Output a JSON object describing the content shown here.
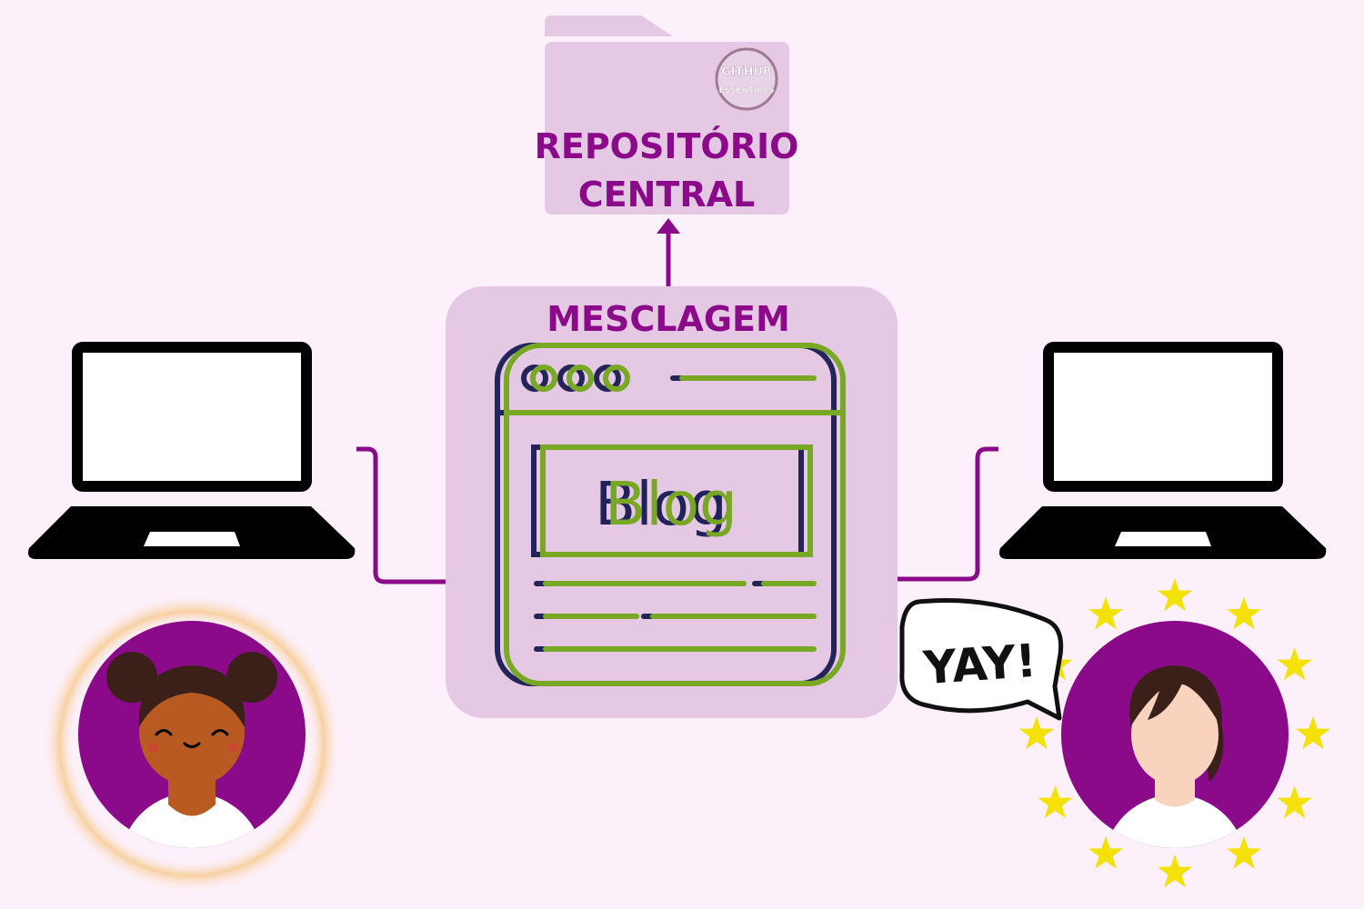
{
  "repository": {
    "line1": "REPOSITÓRIO",
    "line2": "CENTRAL",
    "logo_line1": "GITHUB",
    "logo_line2": "ESSENTIALS"
  },
  "merge": {
    "label": "MESCLAGEM",
    "blog_label": "Blog"
  },
  "speech_bubble": {
    "text": "YAY!"
  },
  "colors": {
    "background": "#fcf0fa",
    "panel": "#e5c8e4",
    "purple": "#8a0a8a",
    "green": "#78a824",
    "navy": "#22245a",
    "star": "#f5e10a"
  }
}
